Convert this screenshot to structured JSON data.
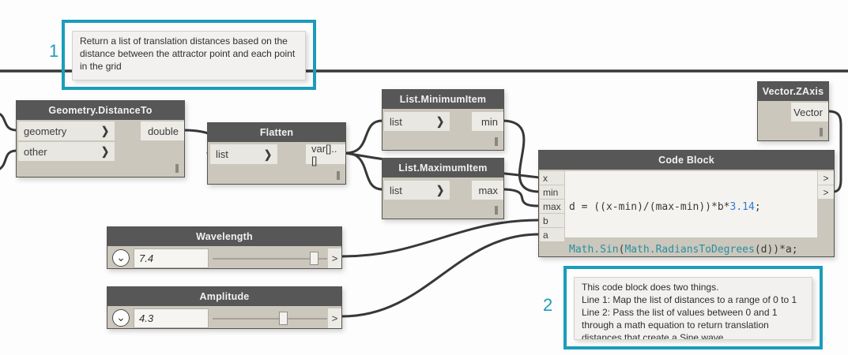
{
  "colors": {
    "accent": "#1b9cba",
    "wire": "#383838",
    "code-dark": "#3a3a3a",
    "code-blue": "#2e7dd1",
    "code-teal": "#2a8fa0"
  },
  "icons": {
    "port_chevron": "❯",
    "collapse_chevron": "⌄"
  },
  "notes": {
    "note1": {
      "number": "1",
      "text": "Return a list of translation distances based on the distance between the attractor point and each point in the grid"
    },
    "note2": {
      "number": "2",
      "lines": [
        "This code block does two things.",
        "Line 1: Map the list of distances to a range of 0 to 1",
        "Line 2: Pass the list of values between 0 and 1 through a math equation to return translation distances that create a Sine wave"
      ]
    }
  },
  "nodes": {
    "distance_to": {
      "title": "Geometry.DistanceTo",
      "inputs": [
        "geometry",
        "other"
      ],
      "output": "double"
    },
    "flatten": {
      "title": "Flatten",
      "input": "list",
      "output": "var[]..[]"
    },
    "min_item": {
      "title": "List.MinimumItem",
      "input": "list",
      "output": "min"
    },
    "max_item": {
      "title": "List.MaximumItem",
      "input": "list",
      "output": "max"
    },
    "vector_zaxis": {
      "title": "Vector.ZAxis",
      "output": "Vector"
    },
    "code_block": {
      "title": "Code Block",
      "inputs": [
        "x",
        "min",
        "max",
        "b",
        "a"
      ],
      "outputs": [
        ">",
        ">"
      ],
      "code": {
        "l1_pre": "d = ((x-min)/(max-min))*b*",
        "l1_num": "3.14",
        "l1_end": ";",
        "l2_t1": "Math.Sin",
        "l2_p1": "(",
        "l2_t2": "Math.RadiansToDegrees",
        "l2_end": "(d))*a;"
      }
    },
    "wavelength": {
      "title": "Wavelength",
      "value": "7.4",
      "output": ">"
    },
    "amplitude": {
      "title": "Amplitude",
      "value": "4.3",
      "output": ">"
    }
  }
}
